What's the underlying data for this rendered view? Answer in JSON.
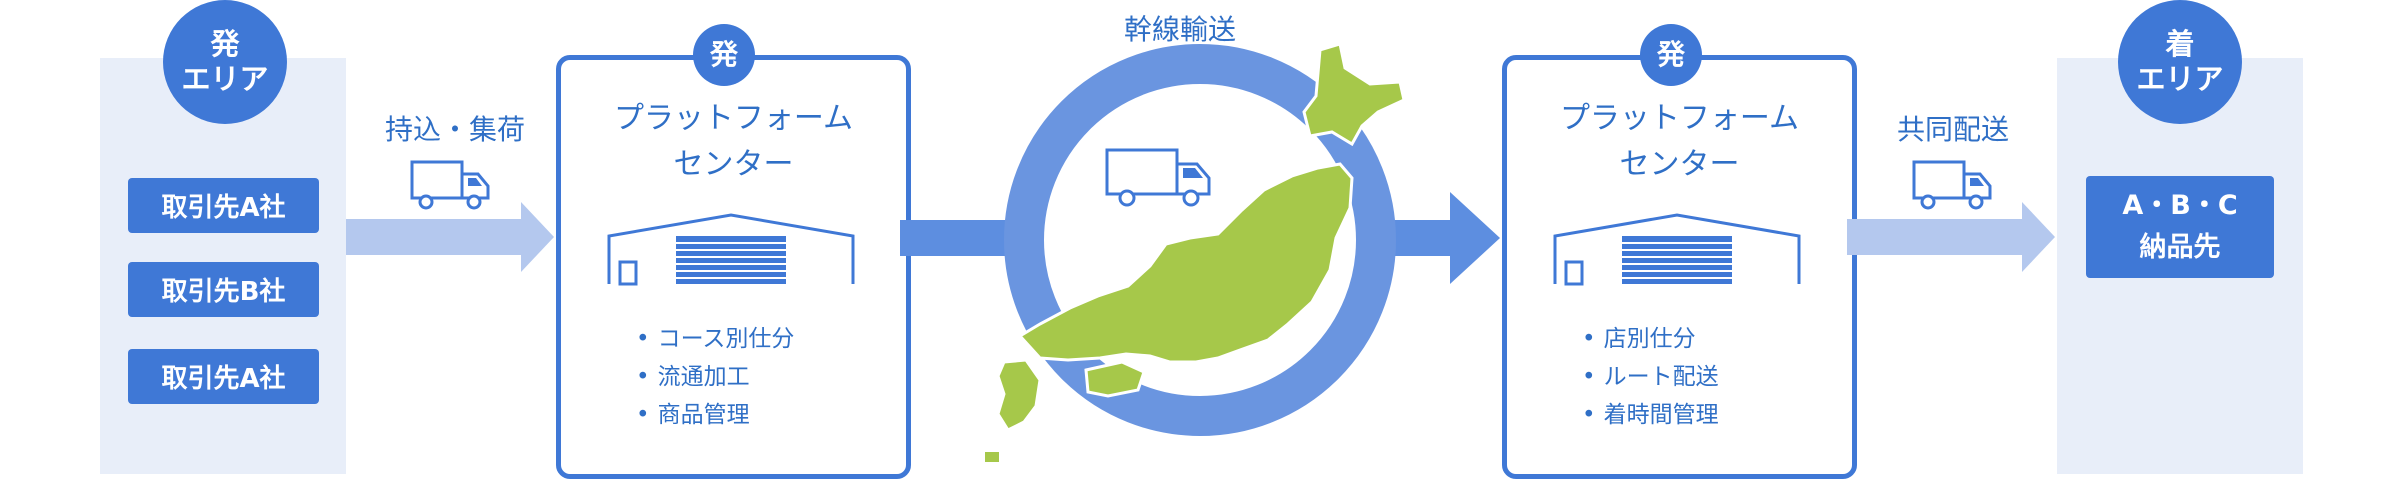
{
  "origin_area": {
    "badge_line1": "発",
    "badge_line2": "エリア"
  },
  "shippers": [
    "取引先A社",
    "取引先B社",
    "取引先A社"
  ],
  "pickup_label": "持込・集荷",
  "platform_left": {
    "badge": "発",
    "title_line1": "プラットフォーム",
    "title_line2": "センター",
    "items": [
      "コース別仕分",
      "流通加工",
      "商品管理"
    ]
  },
  "trunk_label": "幹線輸送",
  "platform_right": {
    "badge": "発",
    "title_line1": "プラットフォーム",
    "title_line2": "センター",
    "items": [
      "店別仕分",
      "ルート配送",
      "着時間管理"
    ]
  },
  "joint_delivery_label": "共同配送",
  "destination_area": {
    "badge_line1": "着",
    "badge_line2": "エリア"
  },
  "destination": {
    "line1": "A・B・C",
    "line2": "納品先"
  },
  "colors": {
    "primary": "#3f78d6",
    "light_arrow": "#b4c8ee",
    "area_bg": "#e8eef9",
    "map_green": "#a6c84a",
    "ring": "#6a95e0"
  }
}
